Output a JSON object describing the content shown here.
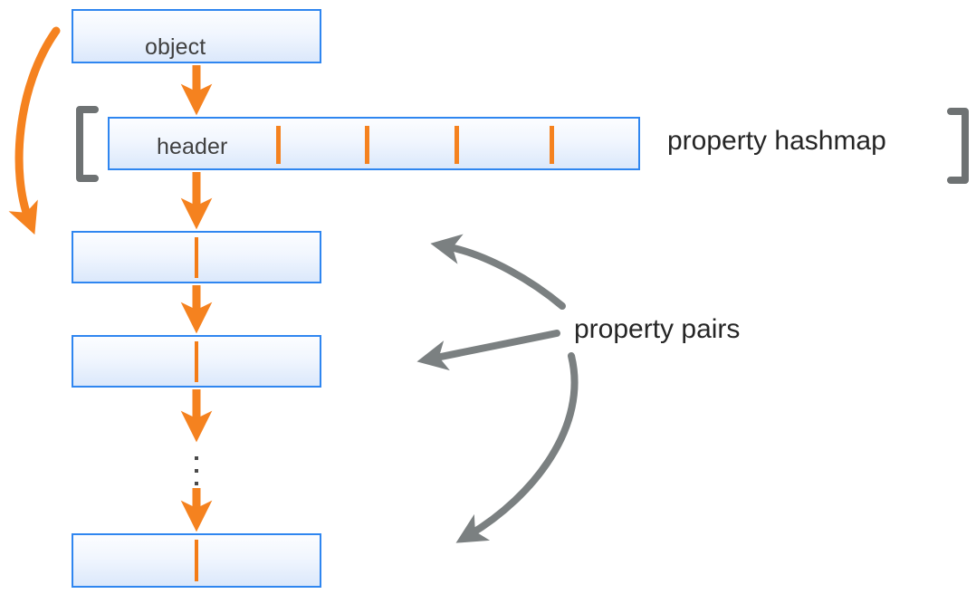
{
  "diagram": {
    "title": "object property hashmap and property pairs",
    "colors": {
      "box_border": "#2f86f0",
      "box_fill_top": "#fcfdff",
      "box_fill_bottom": "#dbe8fb",
      "orange": "#f5821f",
      "gray_arrow": "#7b8081",
      "bracket_gray": "#6e7273",
      "text": "#262626"
    },
    "boxes": {
      "object": {
        "label": "object"
      },
      "header": {
        "label": "header"
      },
      "pair_1": {
        "label": ""
      },
      "pair_2": {
        "label": ""
      },
      "pair_3": {
        "label": ""
      }
    },
    "captions": {
      "hashmap": "property hashmap",
      "pairs": "property pairs"
    },
    "brackets": {
      "left": "[",
      "right": "]"
    },
    "hash_ticks": [
      305,
      403,
      502,
      607
    ],
    "ellipsis_dots": [
      504,
      518,
      532
    ],
    "arrows": {
      "object_to_header": "down-arrow-orange",
      "header_to_pair1": "down-arrow-orange",
      "pair1_to_pair2": "down-arrow-orange",
      "pair2_to_ellipsis": "down-arrow-orange",
      "ellipsis_to_pair3": "down-arrow-orange",
      "object_to_pair1_curve": "curved-arrow-orange",
      "pairs_to_pair1": "curved-arrow-gray",
      "pairs_to_pair2": "straight-arrow-gray",
      "pairs_to_pair3": "curved-arrow-gray"
    }
  }
}
